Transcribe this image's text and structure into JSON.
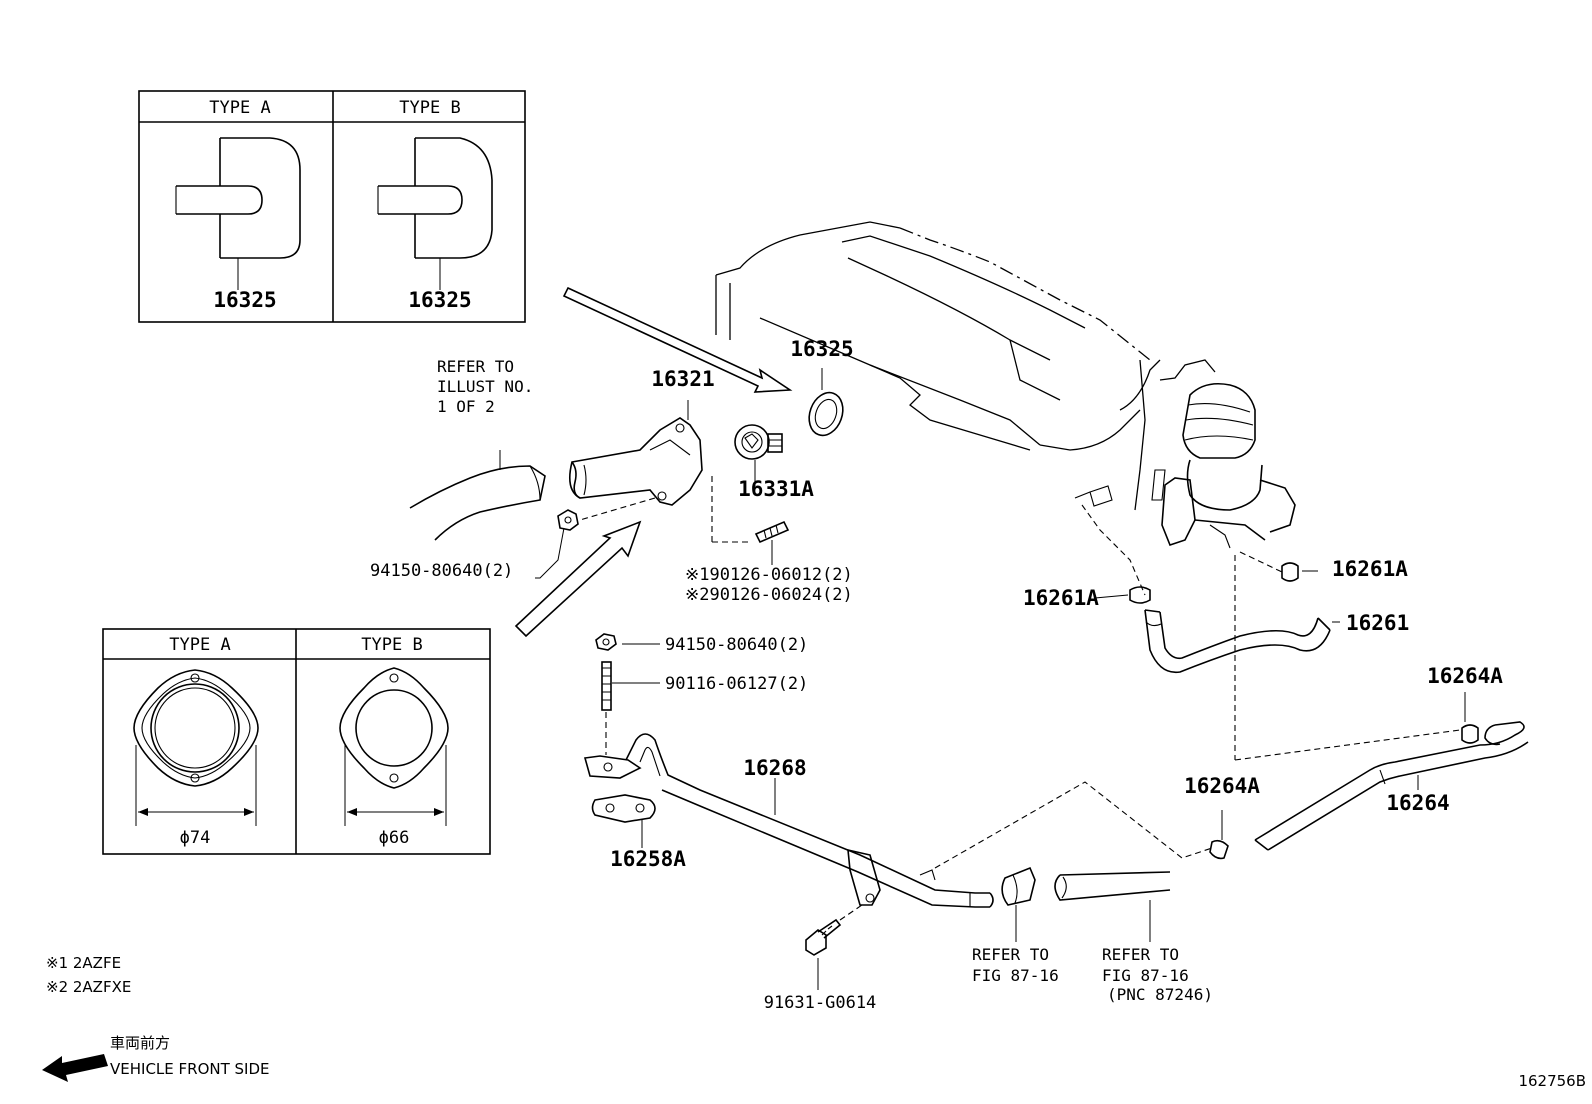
{
  "inset_top": {
    "type_a": "TYPE A",
    "type_b": "TYPE B",
    "part_a": "16325",
    "part_b": "16325"
  },
  "inset_bottom": {
    "type_a": "TYPE A",
    "type_b": "TYPE B",
    "dia_a": "ϕ74",
    "dia_b": "ϕ66"
  },
  "labels": {
    "refer_illust_1": "REFER TO",
    "refer_illust_2": "ILLUST NO.",
    "refer_illust_3": "1 OF 2",
    "p16321": "16321",
    "p16325": "16325",
    "p16331A": "16331A",
    "p94150_top": "94150-80640(2)",
    "p90126_1": "※190126-06012(2)",
    "p90126_2": "※290126-06024(2)",
    "p16261A_left": "16261A",
    "p16261A_right": "16261A",
    "p16261": "16261",
    "p94150_mid": "94150-80640(2)",
    "p90116": "90116-06127(2)",
    "p16268": "16268",
    "p16258A": "16258A",
    "p16264A_top": "16264A",
    "p16264A_low": "16264A",
    "p16264": "16264",
    "p91631": "91631-G0614",
    "refer_fig_a_1": "REFER TO",
    "refer_fig_a_2": "FIG 87-16",
    "refer_fig_b_1": "REFER TO",
    "refer_fig_b_2": "FIG 87-16",
    "refer_fig_b_3": "(PNC 87246)"
  },
  "notes": {
    "note1": "※1 2AZFE",
    "note2": "※2 2AZFXE"
  },
  "legend": {
    "jp": "車両前方",
    "en": "VEHICLE FRONT SIDE"
  },
  "figure_id": "162756B"
}
